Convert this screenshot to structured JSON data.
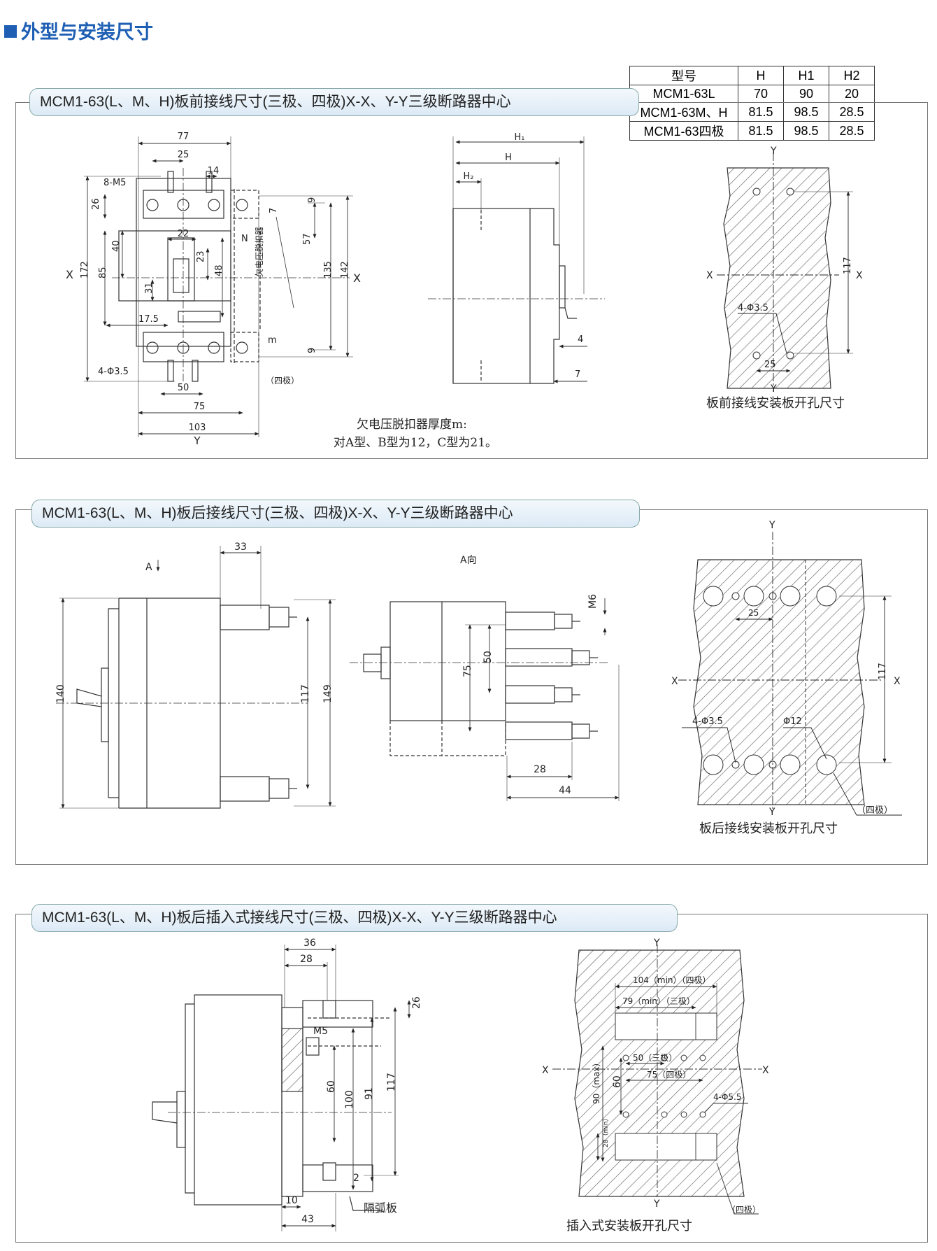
{
  "header": {
    "title": "外型与安装尺寸"
  },
  "spec_table": {
    "headers": [
      "型号",
      "H",
      "H1",
      "H2"
    ],
    "rows": [
      [
        "MCM1-63L",
        "70",
        "90",
        "20"
      ],
      [
        "MCM1-63M、H",
        "81.5",
        "98.5",
        "28.5"
      ],
      [
        "MCM1-63四极",
        "81.5",
        "98.5",
        "28.5"
      ]
    ]
  },
  "panel1": {
    "title": "MCM1-63(L、M、H)板前接线尺寸(三极、四极)X-X、Y-Y三级断路器中心",
    "front": {
      "d77": "77",
      "d25": "25",
      "d14": "14",
      "m5": "8-M5",
      "d26": "26",
      "d9a": "9",
      "d7": "7",
      "d22": "22",
      "d40": "40",
      "n": "N",
      "d57": "57",
      "d23": "23",
      "x": "X",
      "d172": "172",
      "d85": "85",
      "d48": "48",
      "d135": "135",
      "d142": "142",
      "d31": "31",
      "d175": "17.5",
      "m": "m",
      "d9b": "9",
      "phi": "4-Φ3.5",
      "d50": "50",
      "d75": "75",
      "d103": "103",
      "y": "Y",
      "siji": "（四极）",
      "undervolt": "欠电压脱扣器"
    },
    "side": {
      "h1": "H₁",
      "h": "H",
      "h2": "H₂",
      "d4": "4",
      "d7": "7"
    },
    "note": [
      "欠电压脱扣器厚度m:",
      "对A型、B型为12，C型为21。"
    ],
    "mount": {
      "y": "Y",
      "x": "X",
      "d117": "117",
      "phi": "4-Φ3.5",
      "d25": "25",
      "caption": "板前接线安装板开孔尺寸"
    }
  },
  "panel2": {
    "title": "MCM1-63(L、M、H)板后接线尺寸(三极、四极)X-X、Y-Y三级断路器中心",
    "side": {
      "a": "A",
      "d33": "33",
      "d140": "140",
      "d117": "117",
      "d149": "149"
    },
    "view": {
      "label": "A向",
      "m6": "M6",
      "d75": "75",
      "d50": "50",
      "d28": "28",
      "d44": "44"
    },
    "mount": {
      "y": "Y",
      "x": "X",
      "d25": "25",
      "d117": "117",
      "phi35": "4-Φ3.5",
      "phi12": "Φ12",
      "siji": "（四极）",
      "caption": "板后接线安装板开孔尺寸"
    }
  },
  "panel3": {
    "title": "MCM1-63(L、M、H)板后插入式接线尺寸(三极、四极)X-X、Y-Y三级断路器中心",
    "side": {
      "d36": "36",
      "d28": "28",
      "m5": "M5",
      "d26": "26",
      "d60": "60",
      "d100": "100",
      "d91": "91",
      "d117": "117",
      "d2": "2",
      "d10": "10",
      "d43": "43",
      "arc": "隔弧板"
    },
    "mount": {
      "y": "Y",
      "x": "X",
      "d104": "104（min）（四极）",
      "d79": "79（min）（三极）",
      "d50": "50（三极）",
      "d75": "75（四极）",
      "d90": "90（max）",
      "d60": "60",
      "d28": "28（min）",
      "phi": "4-Φ5.5",
      "siji": "（四极）",
      "caption": "插入式安装板开孔尺寸"
    }
  }
}
